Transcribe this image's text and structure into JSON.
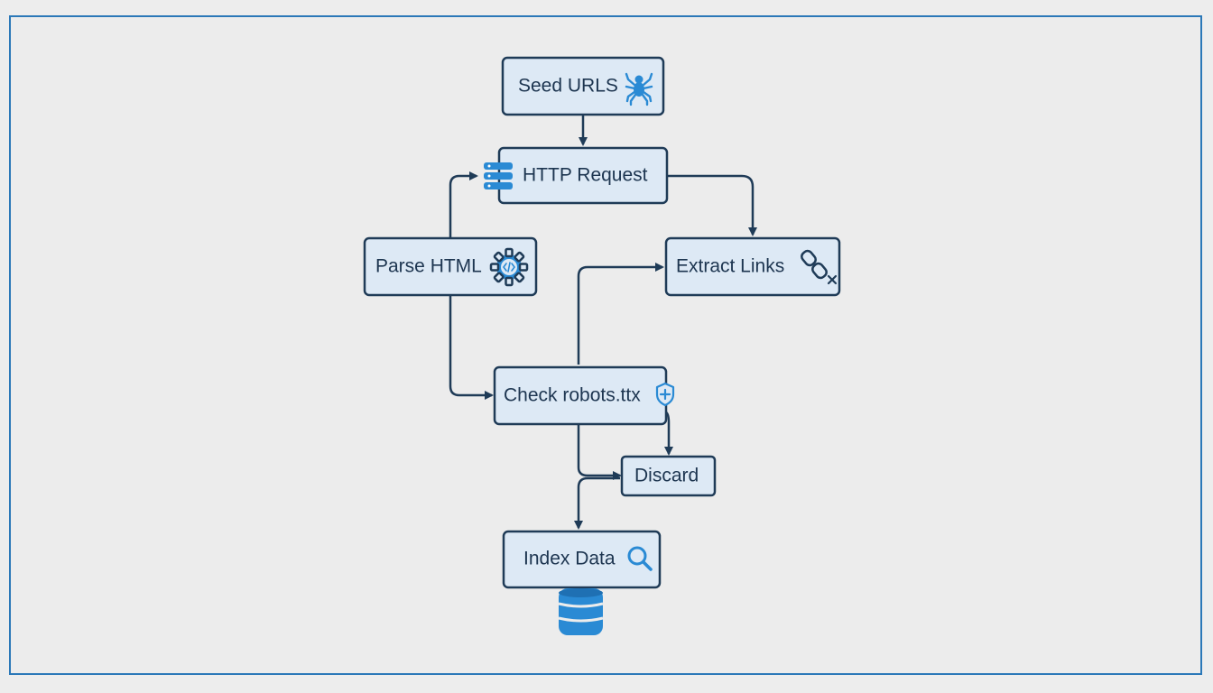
{
  "nodes": {
    "seed": "Seed URLS",
    "http": "HTTP Request",
    "parse": "Parse HTML",
    "extract": "Extract Links",
    "robots": "Check robots.ttx",
    "discard": "Discard",
    "index": "Index Data"
  },
  "icons": {
    "seed": "spider-icon",
    "http": "database-icon",
    "parse": "code-gear-icon",
    "extract": "broken-link-icon",
    "robots": "shield-icon",
    "index": "magnifier-icon",
    "storage": "database-icon"
  },
  "colors": {
    "frame": "#2b78b8",
    "node_fill": "#dde9f5",
    "node_border": "#1f3b57",
    "icon": "#2a8ad4",
    "text": "#1d3550"
  }
}
